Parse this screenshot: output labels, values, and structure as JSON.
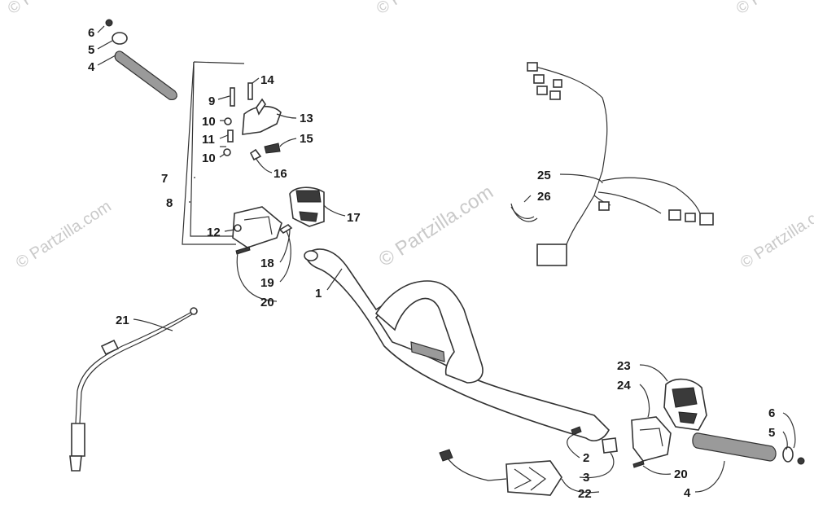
{
  "watermark": {
    "center": "© Partzilla.com",
    "repeat": "© Partzilla.com"
  },
  "callouts": [
    "1",
    "2",
    "3",
    "4",
    "4",
    "5",
    "5",
    "6",
    "6",
    "7",
    "8",
    "9",
    "10",
    "10",
    "11",
    "12",
    "13",
    "14",
    "15",
    "16",
    "17",
    "18",
    "19",
    "20",
    "20",
    "21",
    "22",
    "23",
    "24",
    "25",
    "26"
  ]
}
